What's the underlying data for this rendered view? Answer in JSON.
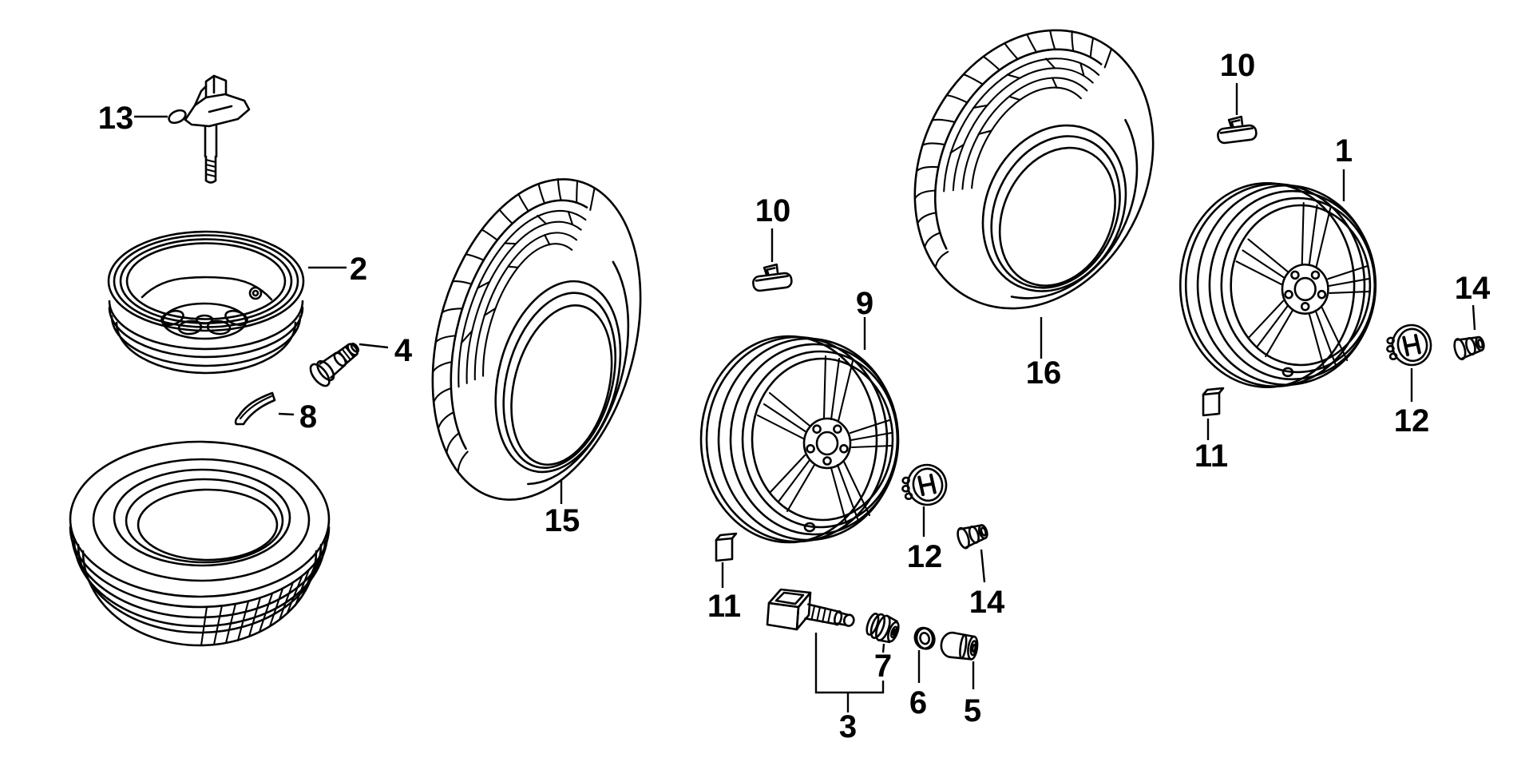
{
  "figure": {
    "type": "parts-diagram",
    "background_color": "#ffffff",
    "line_color": "#000000"
  },
  "callouts": [
    {
      "label": "13",
      "part": "valve-bracket-and-bolt"
    },
    {
      "label": "2",
      "part": "spare-steel-wheel"
    },
    {
      "label": "4",
      "part": "valve-stem"
    },
    {
      "label": "8",
      "part": "stick-on-balance-weight"
    },
    {
      "label": "15",
      "part": "tire-center"
    },
    {
      "label": "10",
      "part": "clip-balance-weight-center"
    },
    {
      "label": "9",
      "part": "alloy-wheel-center"
    },
    {
      "label": "11",
      "part": "square-balance-weight-center"
    },
    {
      "label": "7",
      "part": "valve-grommet"
    },
    {
      "label": "3",
      "part": "tpms-sensor-assembly"
    },
    {
      "label": "6",
      "part": "valve-washer"
    },
    {
      "label": "5",
      "part": "valve-cap"
    },
    {
      "label": "12",
      "part": "center-cap-center"
    },
    {
      "label": "14",
      "part": "wheel-nut-center"
    },
    {
      "label": "16",
      "part": "tire-right"
    },
    {
      "label": "10",
      "part": "clip-balance-weight-right"
    },
    {
      "label": "1",
      "part": "alloy-wheel-right"
    },
    {
      "label": "14",
      "part": "wheel-nut-right"
    },
    {
      "label": "12",
      "part": "center-cap-right"
    },
    {
      "label": "11",
      "part": "square-balance-weight-right"
    }
  ]
}
